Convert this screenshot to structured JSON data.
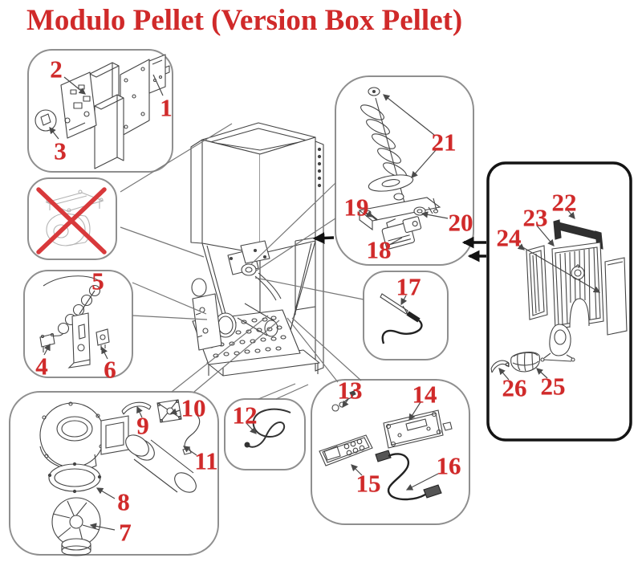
{
  "title": "Modulo Pellet (Version Box Pellet)",
  "colors": {
    "accent_red": "#d02a2a",
    "crossout_red": "#d8393b",
    "box_border_gray": "#8f8f8f",
    "firebox_box_border": "#141414",
    "drawing_line": "#444444"
  },
  "callouts": {
    "n1": "1",
    "n2": "2",
    "n3": "3",
    "n4": "4",
    "n5": "5",
    "n6": "6",
    "n7": "7",
    "n8": "8",
    "n9": "9",
    "n10": "10",
    "n11": "11",
    "n12": "12",
    "n13": "13",
    "n14": "14",
    "n15": "15",
    "n16": "16",
    "n17": "17",
    "n18": "18",
    "n19": "19",
    "n20": "20",
    "n21": "21",
    "n22": "22",
    "n23": "23",
    "n24": "24",
    "n25": "25",
    "n26": "26"
  }
}
